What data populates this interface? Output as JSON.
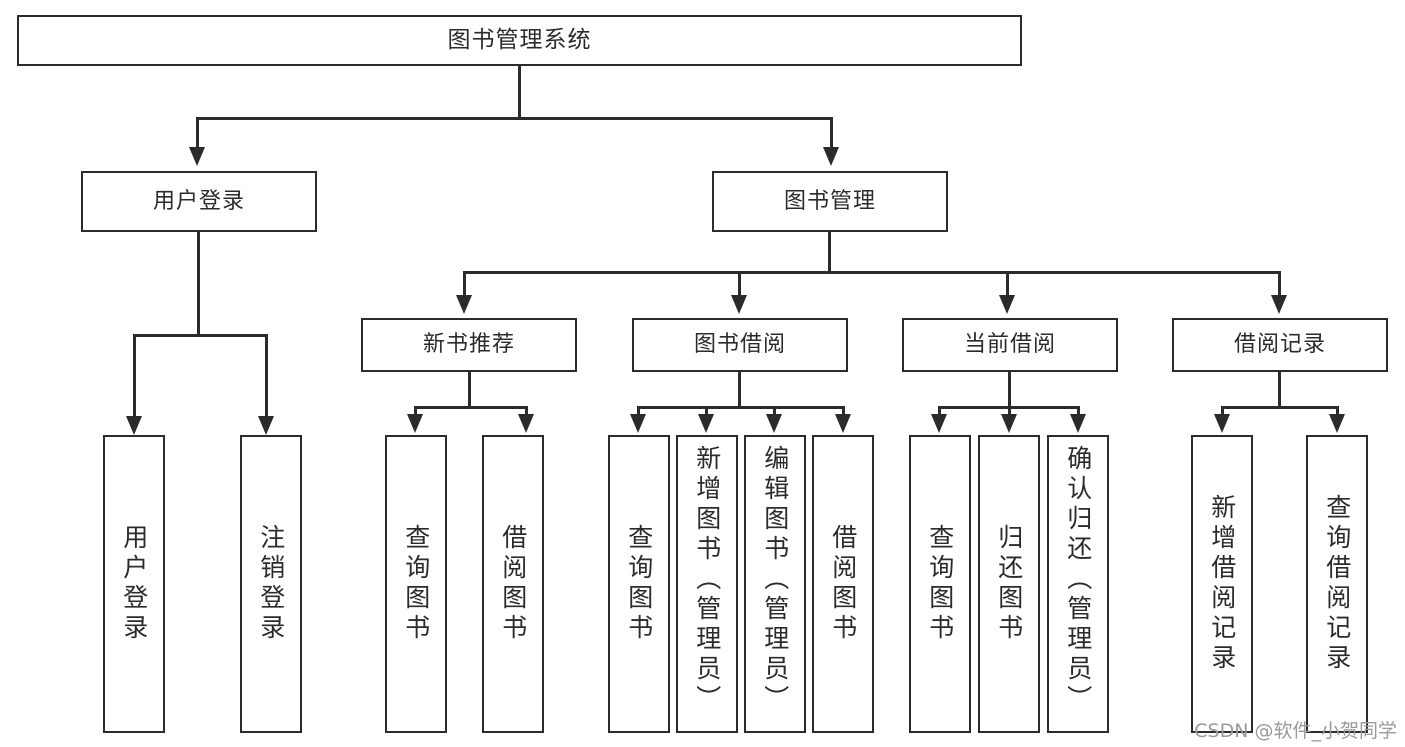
{
  "diagram": {
    "type": "tree-hierarchy",
    "title": "图书管理系统",
    "root": {
      "label": "图书管理系统"
    },
    "level2": [
      {
        "label": "用户登录"
      },
      {
        "label": "图书管理"
      }
    ],
    "level3": [
      {
        "label": "新书推荐"
      },
      {
        "label": "图书借阅"
      },
      {
        "label": "当前借阅"
      },
      {
        "label": "借阅记录"
      }
    ],
    "leaves": {
      "user_login": [
        {
          "label": "用户登录"
        },
        {
          "label": "注销登录"
        }
      ],
      "new_book": [
        {
          "label": "查询图书"
        },
        {
          "label": "借阅图书"
        }
      ],
      "book_borrow": [
        {
          "label": "查询图书"
        },
        {
          "label": "新增图书（管理员）"
        },
        {
          "label": "编辑图书（管理员）"
        },
        {
          "label": "借阅图书"
        }
      ],
      "current_borrow": [
        {
          "label": "查询图书"
        },
        {
          "label": "归还图书"
        },
        {
          "label": "确认归还（管理员）"
        }
      ],
      "borrow_record": [
        {
          "label": "新增借阅记录"
        },
        {
          "label": "查询借阅记录"
        }
      ]
    }
  },
  "watermark": {
    "text": "CSDN @软件_小贺同学"
  },
  "colors": {
    "stroke": "#2b2b2b",
    "background": "#ffffff",
    "watermark": "#9a9a9a"
  }
}
